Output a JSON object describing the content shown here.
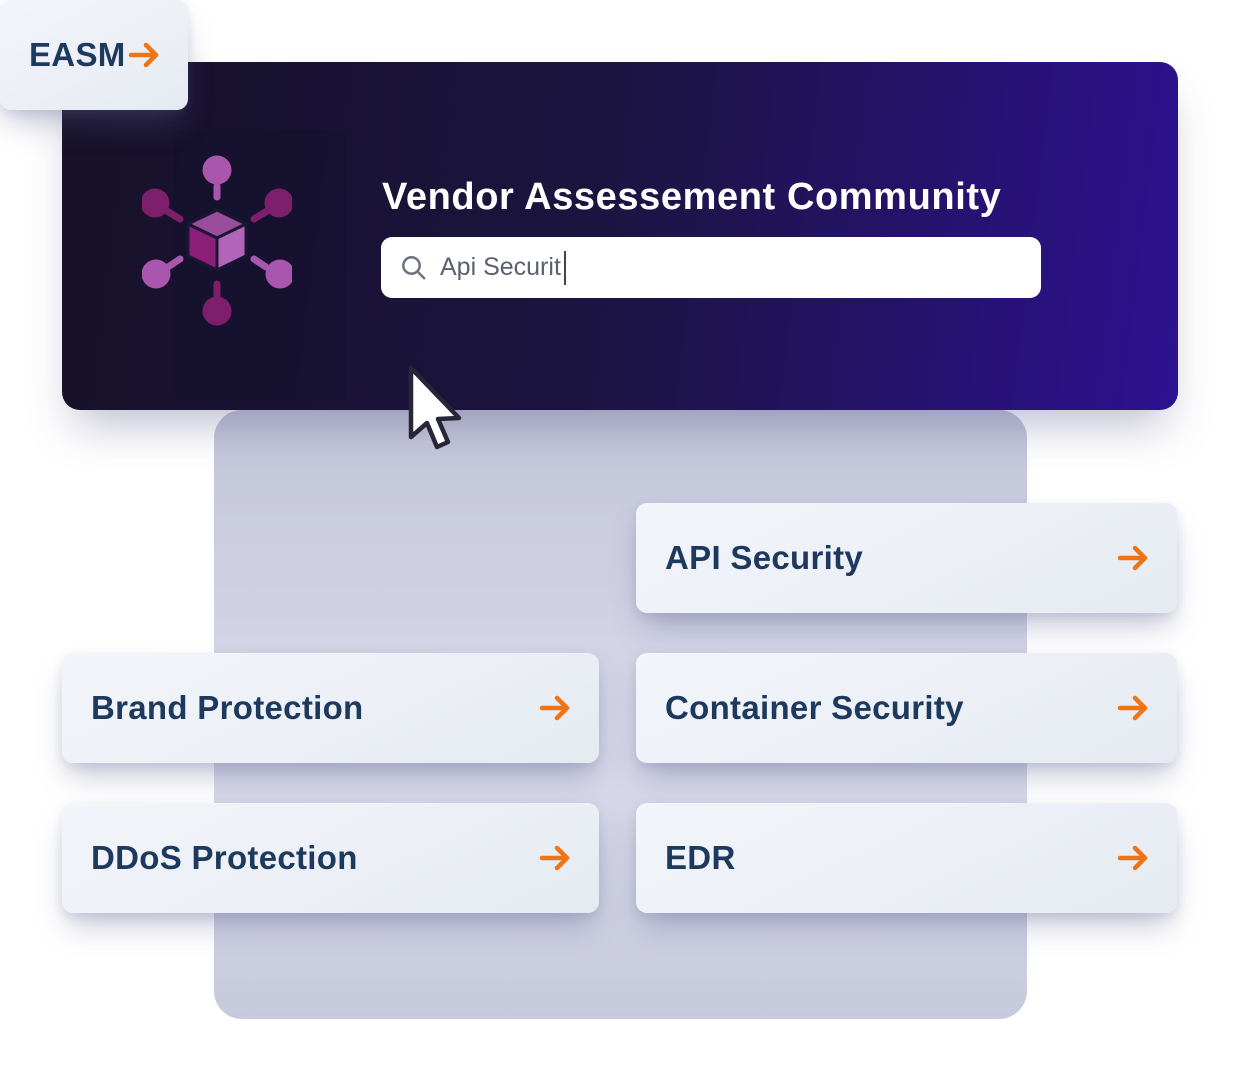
{
  "header": {
    "title": "Vendor Assessement Community",
    "search_value": "Api Securit",
    "logo_icon": "cube-network-icon",
    "search_icon": "magnifier-icon"
  },
  "categories": [
    {
      "label": "API Security"
    },
    {
      "label": "Brand Protection"
    },
    {
      "label": "Container Security"
    },
    {
      "label": "DDoS Protection"
    },
    {
      "label": "EDR"
    },
    {
      "label": "EASM"
    }
  ],
  "colors": {
    "header_gradient_left": "#171129",
    "header_gradient_right": "#2d1191",
    "panel_lavender": "#cdcfe2",
    "card_background": "#edf1f7",
    "card_text_navy": "#1d3a5e",
    "accent_orange": "#ee7414",
    "icon_purple_light": "#a956ae",
    "icon_purple_dark": "#7e1f6b",
    "icon_cube_top": "#9a4d9b",
    "icon_cube_left": "#8c2078",
    "icon_cube_right": "#b264b8",
    "search_text_gray": "#5a616e"
  }
}
